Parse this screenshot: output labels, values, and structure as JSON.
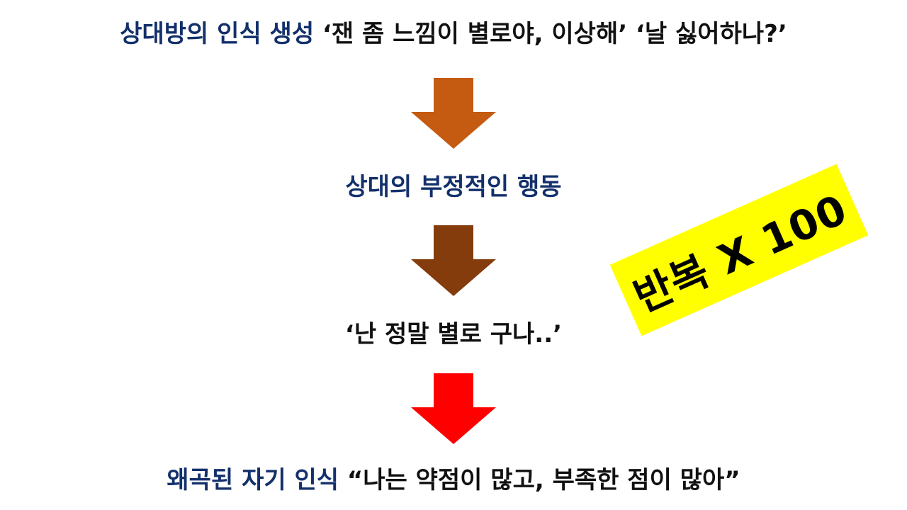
{
  "steps": [
    {
      "label": "상대방의 인식 생성",
      "quote": "‘잰 좀 느낌이 별로야, 이상해’ ‘날 싫어하나?’"
    },
    {
      "label": "상대의 부정적인 행동"
    },
    {
      "quote": "‘난 정말 별로 구나..’"
    },
    {
      "label": "왜곡된 자기 인식",
      "quote": "“나는 약점이 많고, 부족한 점이 많아”"
    }
  ],
  "badge": {
    "text": "반복 X 100",
    "color": "#ffff00"
  },
  "colors": {
    "label_text": "#13306b",
    "quote_text": "#111111",
    "arrow_1": "#c55a11",
    "arrow_2": "#843c0c",
    "arrow_3": "#ff0000"
  }
}
